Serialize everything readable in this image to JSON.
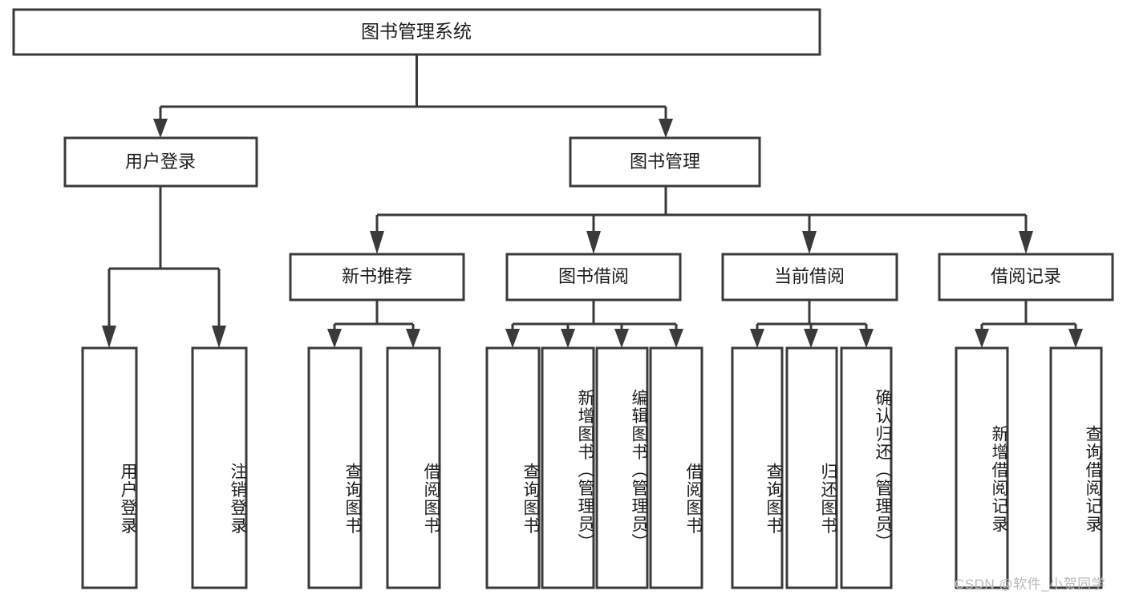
{
  "diagram": {
    "title": "图书管理系统",
    "type": "tree-hierarchy-flowchart",
    "colors": {
      "stroke": "#3a3a3a",
      "fill": "#ffffff",
      "text": "#1c1c1c",
      "watermark": "#b9b9b9",
      "background": "#ffffff"
    },
    "levels": {
      "level1": "root",
      "level2": "modules",
      "level3": "submodules",
      "level4": "operations"
    }
  },
  "root": {
    "label": "图书管理系统"
  },
  "level2": [
    {
      "id": "user-login",
      "label": "用户登录"
    },
    {
      "id": "book-management",
      "label": "图书管理"
    }
  ],
  "level3": [
    {
      "id": "new-book-recommend",
      "label": "新书推荐",
      "parent": "book-management"
    },
    {
      "id": "book-borrow",
      "label": "图书借阅",
      "parent": "book-management"
    },
    {
      "id": "current-borrow",
      "label": "当前借阅",
      "parent": "book-management"
    },
    {
      "id": "borrow-record",
      "label": "借阅记录",
      "parent": "book-management"
    }
  ],
  "leaves": {
    "user_login": [
      {
        "id": "leaf-user-login",
        "label": "用户登录"
      },
      {
        "id": "leaf-logout-login",
        "label": "注销登录"
      }
    ],
    "new_book_recommend": [
      {
        "id": "leaf-query-book-1",
        "label": "查询图书"
      },
      {
        "id": "leaf-borrow-book-1",
        "label": "借阅图书"
      }
    ],
    "book_borrow": [
      {
        "id": "leaf-query-book-2",
        "label": "查询图书"
      },
      {
        "id": "leaf-add-book",
        "label": "新增图书（管理员）"
      },
      {
        "id": "leaf-edit-book",
        "label": "编辑图书（管理员）"
      },
      {
        "id": "leaf-borrow-book-2",
        "label": "借阅图书"
      }
    ],
    "current_borrow": [
      {
        "id": "leaf-query-book-3",
        "label": "查询图书"
      },
      {
        "id": "leaf-return-book",
        "label": "归还图书"
      },
      {
        "id": "leaf-confirm-return",
        "label": "确认归还（管理员）"
      }
    ],
    "borrow_record": [
      {
        "id": "leaf-add-record",
        "label": "新增借阅记录"
      },
      {
        "id": "leaf-query-record",
        "label": "查询借阅记录"
      }
    ]
  },
  "watermark": {
    "text": "CSDN @软件_小贺同学"
  }
}
